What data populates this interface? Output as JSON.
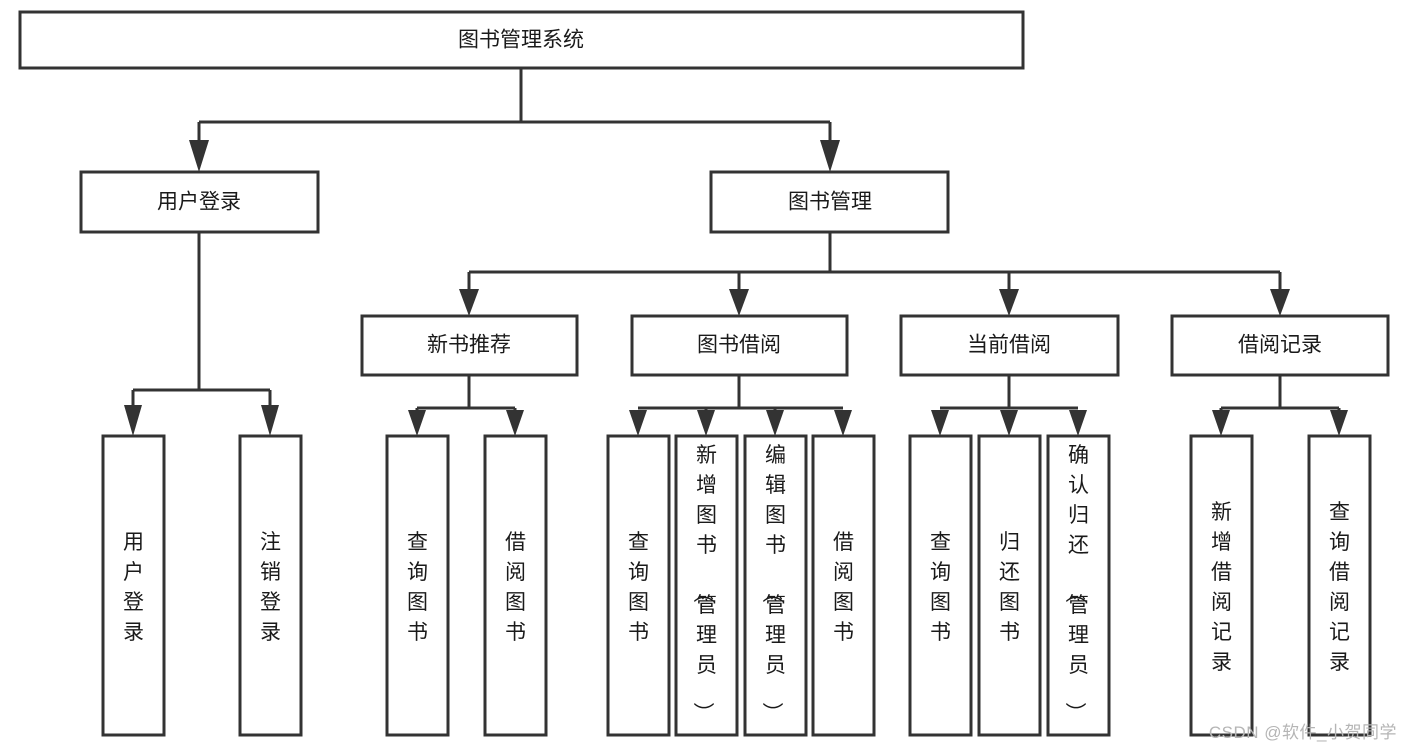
{
  "diagram": {
    "type": "tree-hierarchy",
    "title": "图书管理系统",
    "watermark": "CSDN @软件_小贺同学",
    "colors": {
      "background": "#ffffff",
      "stroke": "#333333",
      "fill": "#ffffff",
      "text": "#1a1a1a",
      "watermark": "#b5b5b5"
    },
    "levels": [
      {
        "level": 1,
        "nodes": [
          {
            "id": "root",
            "label": "图书管理系统",
            "orientation": "horizontal"
          }
        ]
      },
      {
        "level": 2,
        "nodes": [
          {
            "id": "login",
            "label": "用户登录",
            "orientation": "horizontal",
            "parent": "root"
          },
          {
            "id": "bookmgmt",
            "label": "图书管理",
            "orientation": "horizontal",
            "parent": "root"
          }
        ]
      },
      {
        "level": 3,
        "nodes": [
          {
            "id": "newbook",
            "label": "新书推荐",
            "orientation": "horizontal",
            "parent": "bookmgmt"
          },
          {
            "id": "borrow",
            "label": "图书借阅",
            "orientation": "horizontal",
            "parent": "bookmgmt"
          },
          {
            "id": "current",
            "label": "当前借阅",
            "orientation": "horizontal",
            "parent": "bookmgmt"
          },
          {
            "id": "records",
            "label": "借阅记录",
            "orientation": "horizontal",
            "parent": "bookmgmt"
          }
        ]
      },
      {
        "level": 4,
        "nodes": [
          {
            "id": "leaf-user-login",
            "label": "用户登录",
            "orientation": "vertical",
            "parent": "login"
          },
          {
            "id": "leaf-user-logout",
            "label": "注销登录",
            "orientation": "vertical",
            "parent": "login"
          },
          {
            "id": "leaf-query-book-new",
            "label": "查询图书",
            "orientation": "vertical",
            "parent": "newbook"
          },
          {
            "id": "leaf-borrow-book-new",
            "label": "借阅图书",
            "orientation": "vertical",
            "parent": "newbook"
          },
          {
            "id": "leaf-query-book-borrow",
            "label": "查询图书",
            "orientation": "vertical",
            "parent": "borrow"
          },
          {
            "id": "leaf-add-book",
            "label": "新增图书（管理员）",
            "orientation": "vertical",
            "parent": "borrow"
          },
          {
            "id": "leaf-edit-book",
            "label": "编辑图书（管理员）",
            "orientation": "vertical",
            "parent": "borrow"
          },
          {
            "id": "leaf-borrow-book",
            "label": "借阅图书",
            "orientation": "vertical",
            "parent": "borrow"
          },
          {
            "id": "leaf-query-book-current",
            "label": "查询图书",
            "orientation": "vertical",
            "parent": "current"
          },
          {
            "id": "leaf-return-book",
            "label": "归还图书",
            "orientation": "vertical",
            "parent": "current"
          },
          {
            "id": "leaf-confirm-return",
            "label": "确认归还（管理员）",
            "orientation": "vertical",
            "parent": "current"
          },
          {
            "id": "leaf-add-record",
            "label": "新增借阅记录",
            "orientation": "vertical",
            "parent": "records"
          },
          {
            "id": "leaf-query-record",
            "label": "查询借阅记录",
            "orientation": "vertical",
            "parent": "records"
          }
        ]
      }
    ]
  }
}
